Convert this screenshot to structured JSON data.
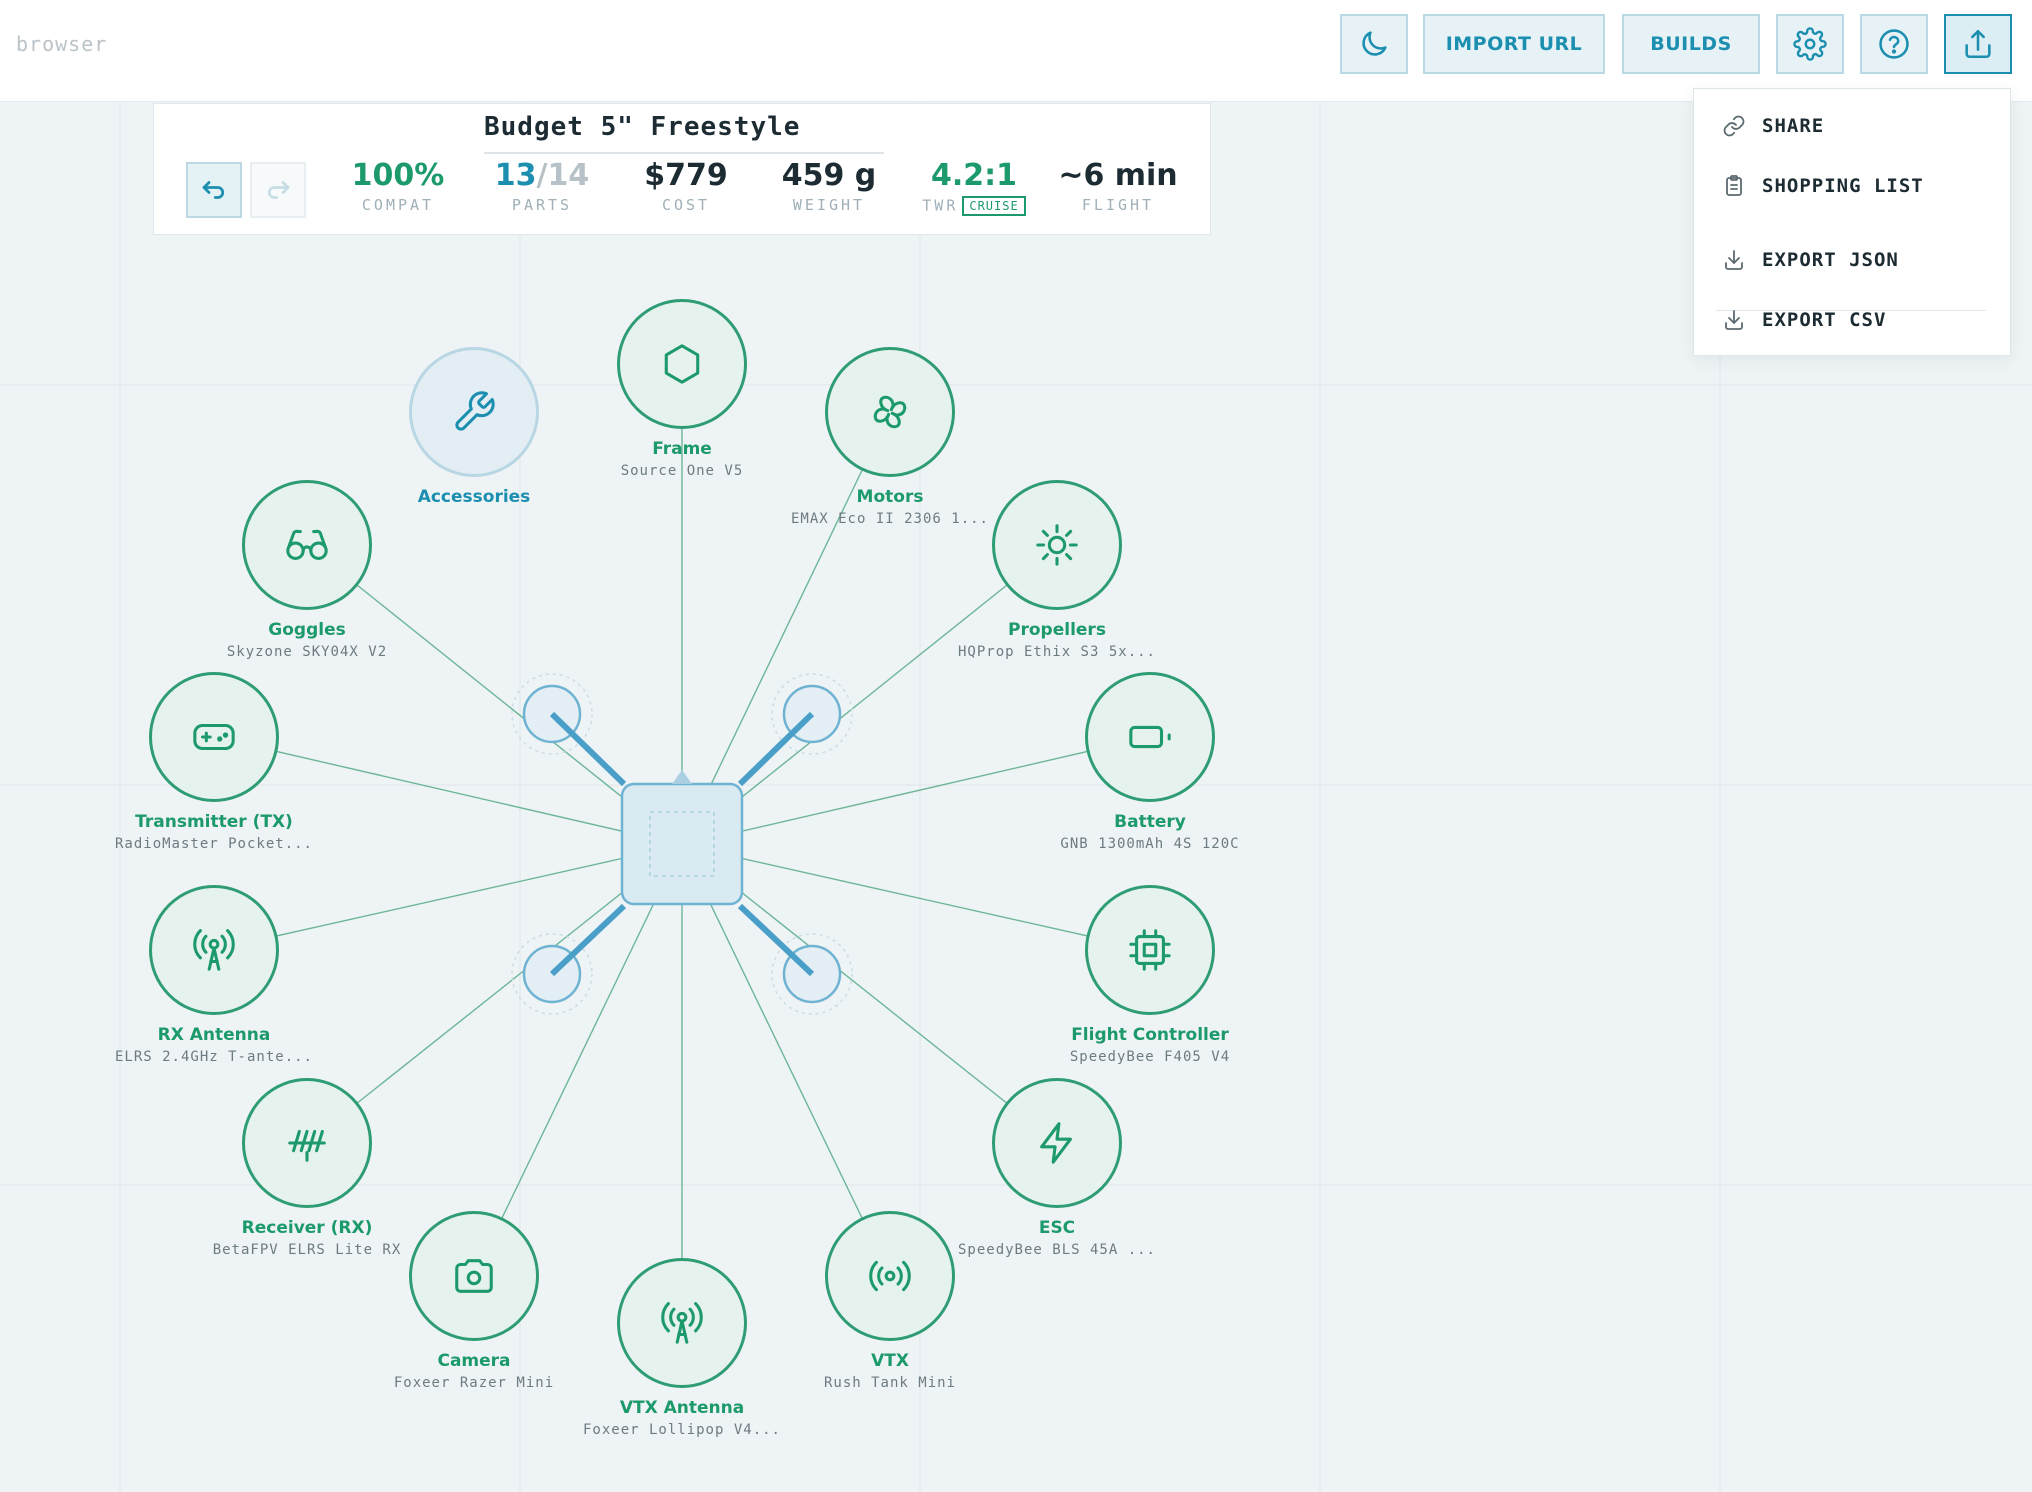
{
  "app": {
    "brand": "browser"
  },
  "toolbar": {
    "import_label": "IMPORT URL",
    "builds_label": "BUILDS"
  },
  "export_menu": {
    "items": [
      {
        "label": "SHARE",
        "icon": "link-icon"
      },
      {
        "label": "SHOPPING LIST",
        "icon": "clipboard-icon"
      },
      {
        "label": "EXPORT JSON",
        "icon": "download-icon"
      },
      {
        "label": "EXPORT CSV",
        "icon": "download-icon"
      }
    ]
  },
  "build": {
    "title": "Budget 5\" Freestyle",
    "stats": {
      "compat": {
        "value": "100%",
        "label": "COMPAT"
      },
      "parts": {
        "value": "13",
        "total": "/14",
        "label": "PARTS"
      },
      "cost": {
        "value": "$779",
        "label": "COST"
      },
      "weight": {
        "value": "459 g",
        "label": "WEIGHT"
      },
      "twr": {
        "value": "4.2:1",
        "label": "TWR",
        "badge": "CRUISE"
      },
      "flight": {
        "value": "~6 min",
        "label": "FLIGHT"
      }
    }
  },
  "colors": {
    "accent_green": "#1d9a6c",
    "accent_blue": "#1c8fb0",
    "link_line": "#5fb08f"
  },
  "parts": [
    {
      "label": "Frame",
      "value": "Source One V5",
      "icon": "hexagon-icon"
    },
    {
      "label": "Accessories",
      "value": "",
      "icon": "wrench-icon"
    },
    {
      "label": "Motors",
      "value": "EMAX Eco II 2306 1...",
      "icon": "fan-icon"
    },
    {
      "label": "Goggles",
      "value": "Skyzone SKY04X V2",
      "icon": "glasses-icon"
    },
    {
      "label": "Propellers",
      "value": "HQProp Ethix S3 5x...",
      "icon": "sun-icon"
    },
    {
      "label": "Transmitter (TX)",
      "value": "RadioMaster Pocket...",
      "icon": "gamepad-icon"
    },
    {
      "label": "Battery",
      "value": "GNB 1300mAh 4S 120C",
      "icon": "battery-icon"
    },
    {
      "label": "RX Antenna",
      "value": "ELRS 2.4GHz T-ante...",
      "icon": "antenna-icon"
    },
    {
      "label": "Flight Controller",
      "value": "SpeedyBee F405 V4",
      "icon": "chip-icon"
    },
    {
      "label": "Receiver (RX)",
      "value": "BetaFPV ELRS Lite RX",
      "icon": "receiver-icon"
    },
    {
      "label": "ESC",
      "value": "SpeedyBee BLS 45A ...",
      "icon": "lightning-icon"
    },
    {
      "label": "Camera",
      "value": "Foxeer Razer Mini",
      "icon": "camera-icon"
    },
    {
      "label": "VTX",
      "value": "Rush Tank Mini",
      "icon": "broadcast-icon"
    },
    {
      "label": "VTX Antenna",
      "value": "Foxeer Lollipop V4...",
      "icon": "tower-icon"
    }
  ]
}
